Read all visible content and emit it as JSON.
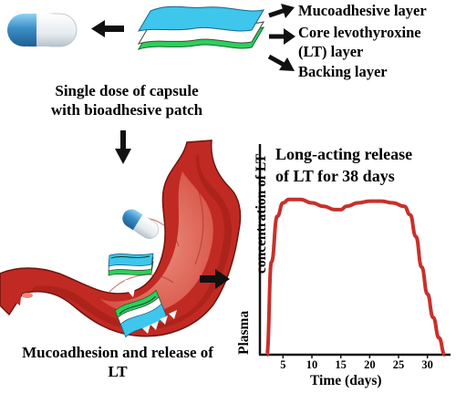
{
  "patch_layers": [
    {
      "label": "Mucoadhesive layer",
      "color": "#3ec6ec"
    },
    {
      "label": "Core levothyroxine",
      "color": "#ffffff"
    },
    {
      "label": "(LT) layer",
      "color": "#ffffff"
    },
    {
      "label": "Backing layer",
      "color": "#2cd05a"
    }
  ],
  "capsule_caption": [
    "Single dose of capsule",
    "with bioadhesive patch"
  ],
  "stomach_caption": [
    "Mucoadhesion and release of",
    "LT"
  ],
  "colors": {
    "capsule_blue": "#3b8fc6",
    "capsule_white": "#eef2f6",
    "stomach": "#c12a22",
    "stomach_inner": "#e57a6c",
    "patch_green": "#2cd05a",
    "patch_blue": "#3ec6ec",
    "curve": "#c8302b"
  },
  "chart_data": {
    "type": "line",
    "title": [
      "Long-acting release",
      "of LT for 38 days"
    ],
    "xlabel": "Time (days)",
    "ylabel": [
      "Plasma",
      "concentration of LT"
    ],
    "xlim": [
      1,
      34
    ],
    "ylim": [
      0,
      1
    ],
    "xticks": [
      5,
      10,
      15,
      20,
      25,
      30
    ],
    "yticks": [],
    "series": [
      {
        "x": [
          2.2,
          3,
          4,
          5,
          6,
          7,
          8,
          10,
          12,
          14,
          15,
          16,
          18,
          20,
          22,
          24,
          26,
          27,
          28,
          29,
          30,
          31,
          32,
          33
        ],
        "y": [
          0.0,
          0.55,
          0.82,
          0.9,
          0.92,
          0.92,
          0.92,
          0.9,
          0.88,
          0.86,
          0.86,
          0.88,
          0.9,
          0.91,
          0.91,
          0.9,
          0.88,
          0.83,
          0.7,
          0.52,
          0.36,
          0.22,
          0.1,
          0.0
        ]
      }
    ]
  }
}
